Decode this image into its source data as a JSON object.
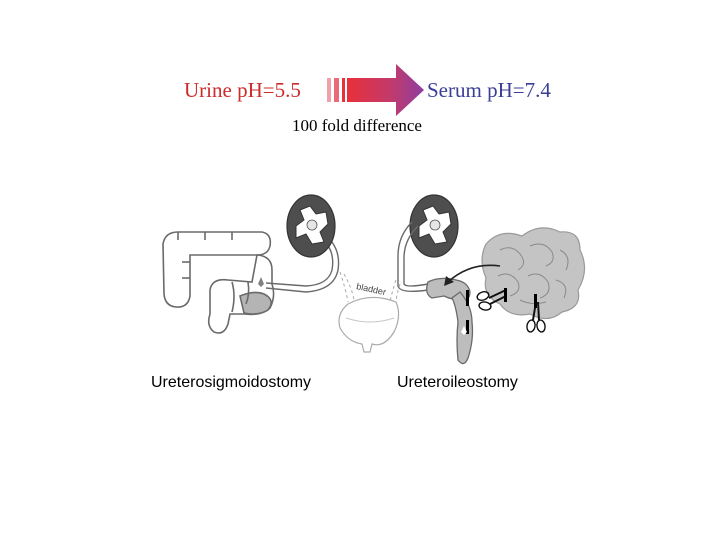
{
  "header": {
    "urine_label": "Urine pH=5.5",
    "serum_label": "Serum pH=7.4",
    "difference_label": "100 fold difference"
  },
  "diagram": {
    "bladder_label": "bladder",
    "left_caption": "Ureterosigmoidostomy",
    "right_caption": "Ureteroileostomy"
  },
  "colors": {
    "urine": "#cc2b2b",
    "serum": "#3a3e96",
    "arrow_start": "#e8303a",
    "arrow_end": "#8e3ea0"
  }
}
